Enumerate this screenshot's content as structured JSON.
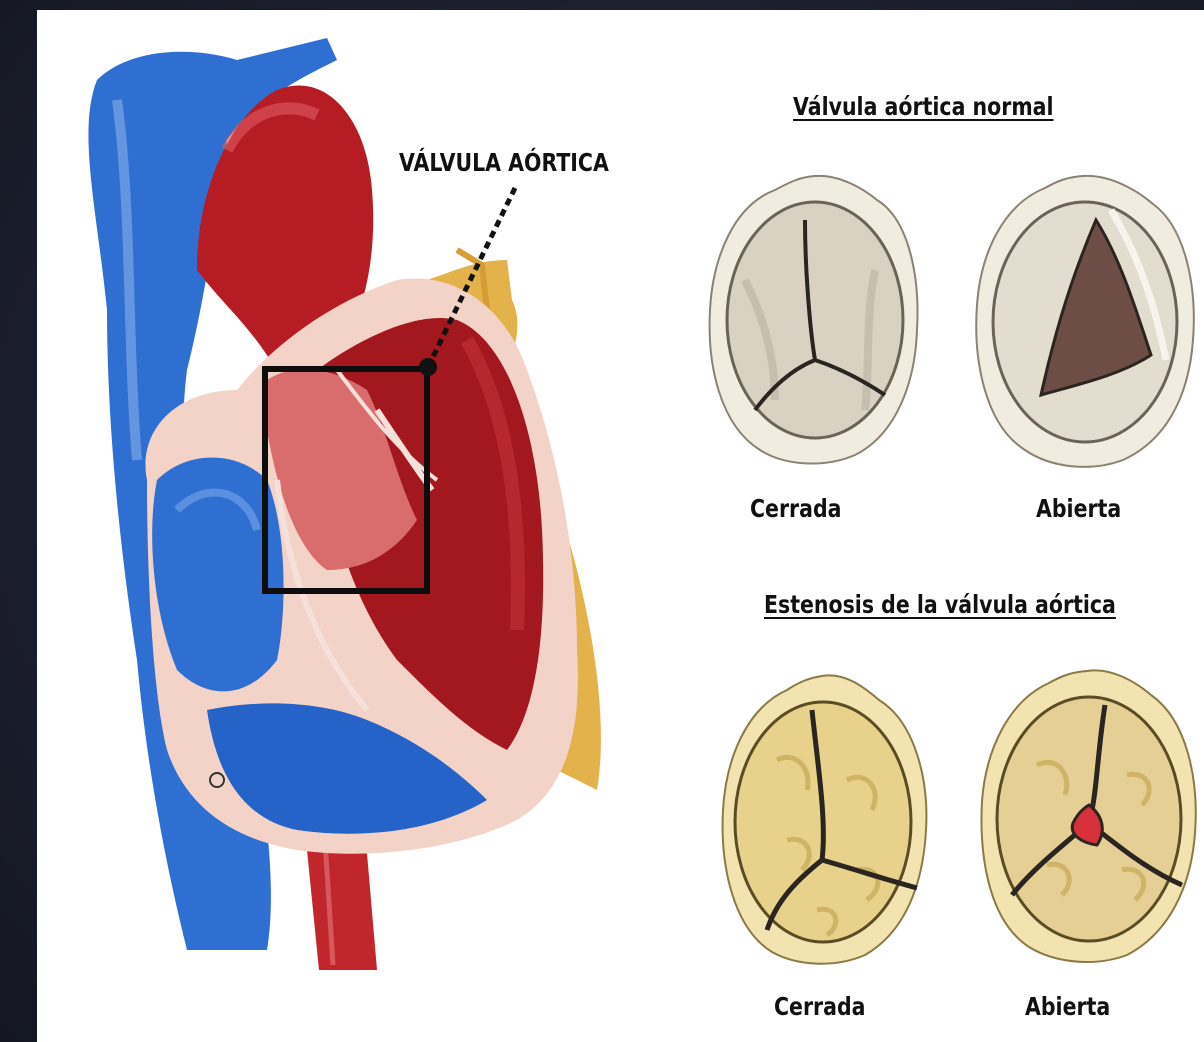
{
  "labels": {
    "aortic_valve": "VÁLVULA AÓRTICA",
    "normal_heading": "Válvula aórtica normal",
    "stenosis_heading": "Estenosis de la válvula aórtica",
    "normal_closed": "Cerrada",
    "normal_open": "Abierta",
    "stenosis_closed": "Cerrada",
    "stenosis_open": "Abierta"
  },
  "colors": {
    "background": "#1d2030",
    "venous_blue": "#2f6fd1",
    "arterial_red": "#b51c24",
    "heart_wall": "#f3d3c8",
    "fat_yellow": "#e4b24b",
    "normal_valve": "#d9d2c2",
    "stenotic_valve": "#e8d18a"
  }
}
